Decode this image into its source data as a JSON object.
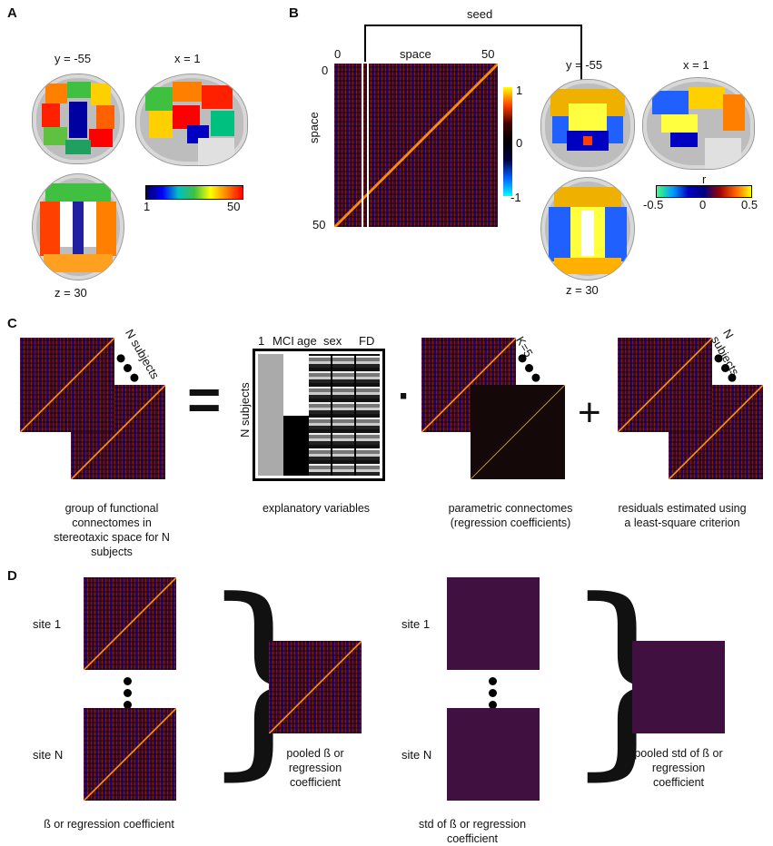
{
  "panels": {
    "A": {
      "label": "A",
      "views": [
        "y = -55",
        "x = 1",
        "z = 30"
      ],
      "colorbar": {
        "min": "1",
        "max": "50"
      }
    },
    "B": {
      "label": "B",
      "seed_label": "seed",
      "matrix": {
        "axis_title": "space",
        "tick_start": "0",
        "tick_end": "50"
      },
      "colorbar": {
        "max": "1",
        "mid": "0",
        "min": "-1"
      },
      "views": [
        "y = -55",
        "x = 1",
        "z = 30"
      ],
      "r_colorbar": {
        "title": "r",
        "min": "-0.5",
        "mid": "0",
        "max": "0.5"
      }
    },
    "C": {
      "label": "C",
      "n_subjects": "N subjects",
      "k_label": "K=5",
      "equals": "=",
      "dot": "·",
      "plus": "+",
      "design_columns": [
        "1",
        "MCI",
        "age",
        "sex",
        "FD"
      ],
      "design_ylabel": "N subjects",
      "captions": [
        "group of functional connectomes in stereotaxic space for N subjects",
        "explanatory variables",
        "parametric connectomes (regression coefficients)",
        "residuals estimated using a least-square criterion"
      ]
    },
    "D": {
      "label": "D",
      "left": {
        "site1": "site 1",
        "siteN": "site N",
        "pooled": "pooled ß or regression coefficient",
        "bottom": "ß or regression coefficient"
      },
      "right": {
        "site1": "site 1",
        "siteN": "site N",
        "pooled": "pooled std of ß or regression coefficient",
        "bottom": "std of ß or regression coefficient"
      }
    }
  },
  "colors": {
    "cbar_a": [
      "#000060",
      "#0000ff",
      "#00c0c0",
      "#40c040",
      "#ffff00",
      "#ff8000",
      "#ff0000"
    ],
    "cbar_b": [
      "#00ffff",
      "#0060ff",
      "#000040",
      "#000000",
      "#400000",
      "#ff4000",
      "#ffff00"
    ],
    "cbar_r": [
      "#40ff80",
      "#00a0ff",
      "#0000c0",
      "#000080",
      "#a00000",
      "#ff6000",
      "#ffff00"
    ]
  }
}
